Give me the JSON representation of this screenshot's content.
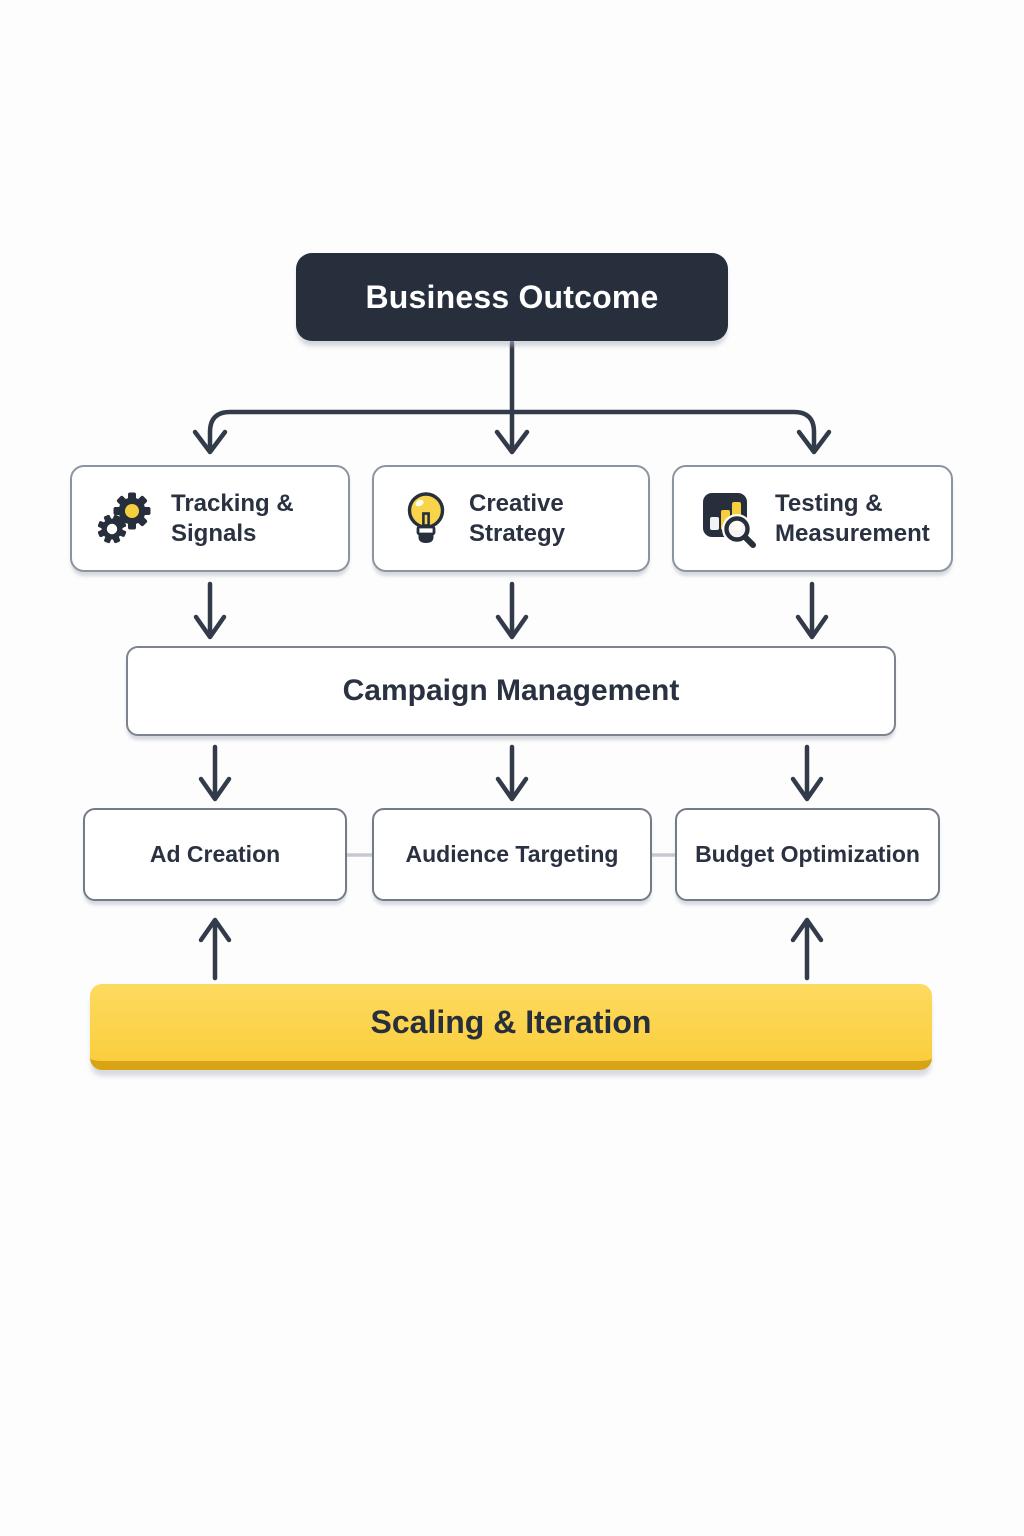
{
  "colors": {
    "background": "#fdfdfd",
    "dark_node": "#272e3c",
    "node_text": "#2a3140",
    "arrow": "#333b4a",
    "card_border": "#8d94a1",
    "sibling_connector": "#c6c9cf",
    "yellow_fill": "#fcd44d",
    "yellow_edge": "#d8a315",
    "icon_yellow": "#f6cf3e",
    "white": "#ffffff"
  },
  "nodes": {
    "business_outcome": {
      "label": "Business Outcome"
    },
    "tracking_signals": {
      "line1": "Tracking &",
      "line2": "Signals",
      "icon": "gears-icon"
    },
    "creative_strategy": {
      "line1": "Creative",
      "line2": "Strategy",
      "icon": "lightbulb-icon"
    },
    "testing_measurement": {
      "line1": "Testing &",
      "line2": "Measurement",
      "icon": "bar-chart-magnifier-icon"
    },
    "campaign_management": {
      "label": "Campaign Management"
    },
    "ad_creation": {
      "label": "Ad Creation"
    },
    "audience_targeting": {
      "label": "Audience Targeting"
    },
    "budget_optimization": {
      "label": "Budget Optimization"
    },
    "scaling_iteration": {
      "label": "Scaling & Iteration"
    }
  },
  "edges": [
    {
      "from": "business_outcome",
      "to": "tracking_signals",
      "direction": "down"
    },
    {
      "from": "business_outcome",
      "to": "creative_strategy",
      "direction": "down"
    },
    {
      "from": "business_outcome",
      "to": "testing_measurement",
      "direction": "down"
    },
    {
      "from": "tracking_signals",
      "to": "campaign_management",
      "direction": "down"
    },
    {
      "from": "creative_strategy",
      "to": "campaign_management",
      "direction": "down"
    },
    {
      "from": "testing_measurement",
      "to": "campaign_management",
      "direction": "down"
    },
    {
      "from": "campaign_management",
      "to": "ad_creation",
      "direction": "down"
    },
    {
      "from": "campaign_management",
      "to": "audience_targeting",
      "direction": "down"
    },
    {
      "from": "campaign_management",
      "to": "budget_optimization",
      "direction": "down"
    },
    {
      "from": "ad_creation",
      "to": "audience_targeting",
      "direction": "horizontal"
    },
    {
      "from": "audience_targeting",
      "to": "budget_optimization",
      "direction": "horizontal"
    },
    {
      "from": "scaling_iteration",
      "to": "ad_creation",
      "direction": "up"
    },
    {
      "from": "scaling_iteration",
      "to": "budget_optimization",
      "direction": "up"
    }
  ]
}
